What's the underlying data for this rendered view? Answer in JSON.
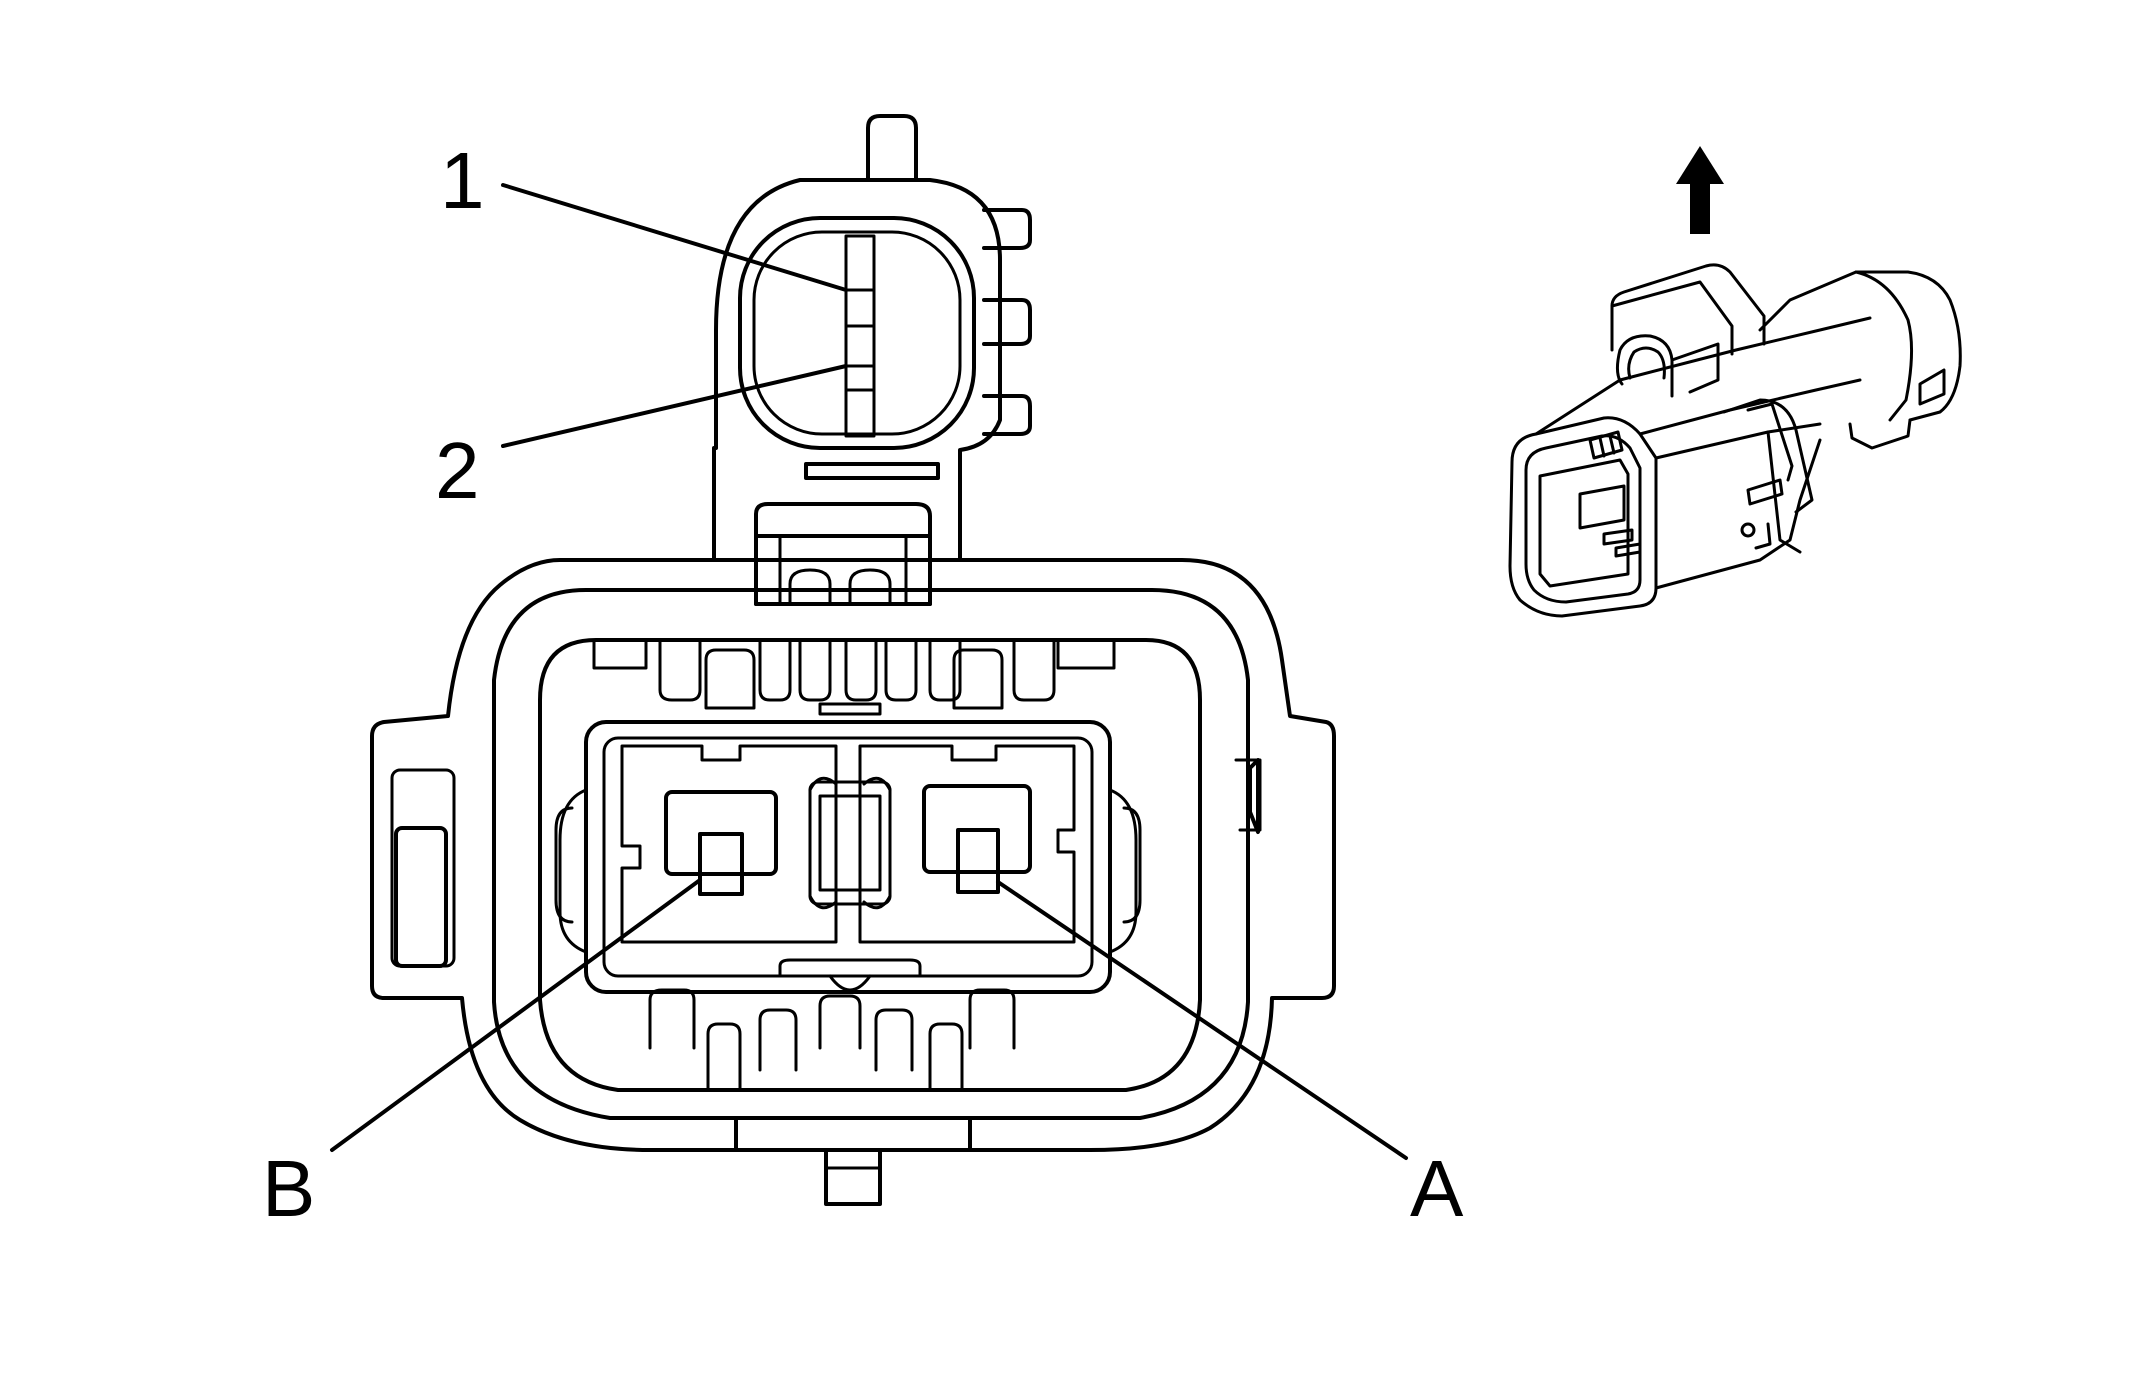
{
  "callouts": {
    "pin_1": "1",
    "pin_2": "2",
    "terminal_a": "A",
    "terminal_b": "B"
  },
  "icons": {
    "direction_arrow": "arrow-up-icon",
    "connector_view": "connector-3d-view-icon"
  },
  "colors": {
    "line": "#000000",
    "background": "#ffffff"
  }
}
